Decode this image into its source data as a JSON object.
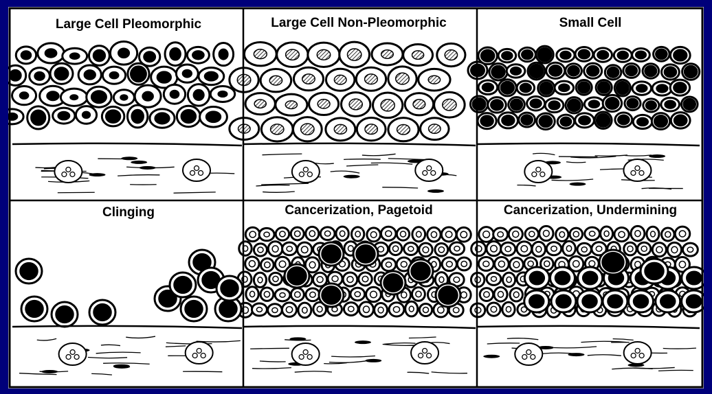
{
  "panels": [
    {
      "title": "Large Cell Pleomorphic"
    },
    {
      "title": "Large Cell Non-Pleomorphic"
    },
    {
      "title": "Small Cell"
    },
    {
      "title": "Clinging"
    },
    {
      "title": "Cancerization, Pagetoid"
    },
    {
      "title": "Cancerization, Undermining"
    }
  ],
  "colors": {
    "frame": "#00007a",
    "background": "#ffffff",
    "ink": "#000000"
  }
}
